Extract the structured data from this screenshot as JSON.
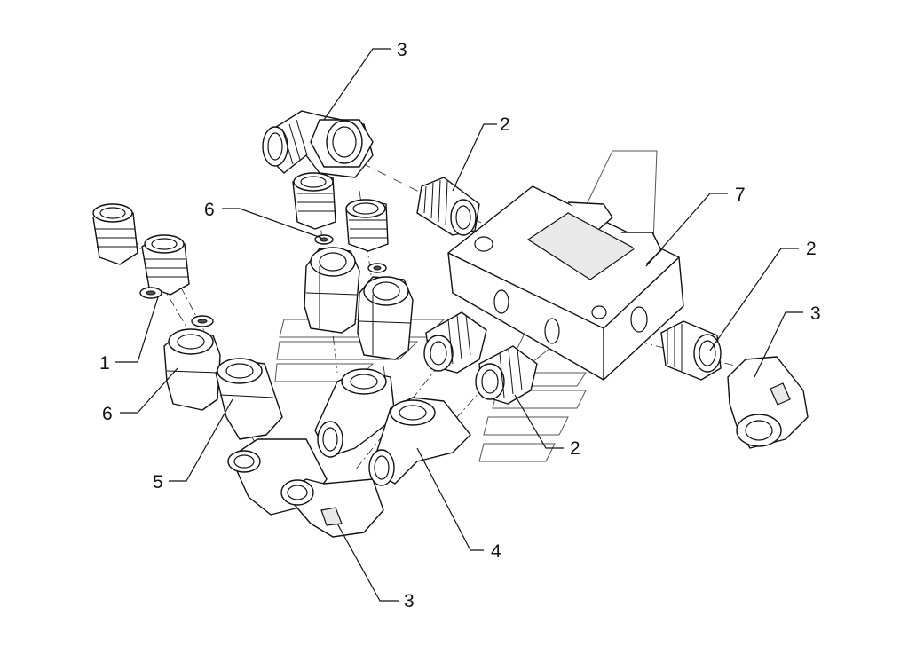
{
  "callouts": [
    {
      "id": "c3-top",
      "label": "3"
    },
    {
      "id": "c2-top",
      "label": "2"
    },
    {
      "id": "c6-upper",
      "label": "6"
    },
    {
      "id": "c7",
      "label": "7"
    },
    {
      "id": "c2-right",
      "label": "2"
    },
    {
      "id": "c3-right",
      "label": "3"
    },
    {
      "id": "c1",
      "label": "1"
    },
    {
      "id": "c6-lower",
      "label": "6"
    },
    {
      "id": "c5",
      "label": "5"
    },
    {
      "id": "c2-mid",
      "label": "2"
    },
    {
      "id": "c4",
      "label": "4"
    },
    {
      "id": "c3-bottom",
      "label": "3"
    }
  ]
}
